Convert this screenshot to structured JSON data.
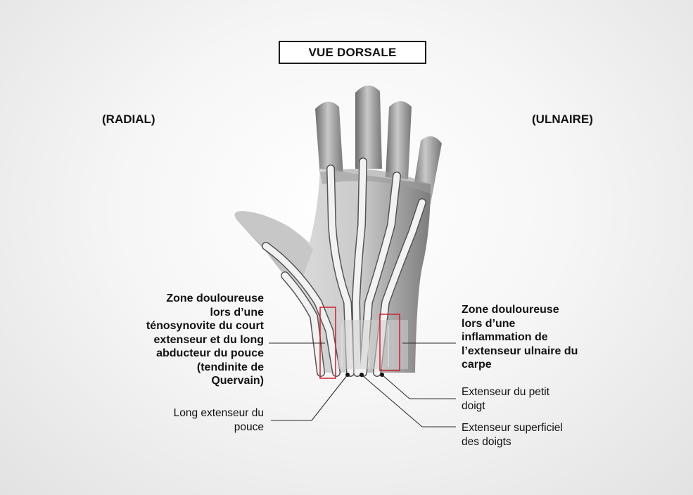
{
  "title": "VUE DORSALE",
  "side_left": "(RADIAL)",
  "side_right": "(ULNAIRE)",
  "labels": {
    "quervain_zone": {
      "lines": [
        "Zone douloureuse",
        "lors d’une",
        "ténosynovite du court",
        "extenseur et du long",
        "abducteur du pouce",
        "(tendinite de",
        "Quervain)"
      ]
    },
    "ulnar_zone": {
      "lines": [
        "Zone douloureuse",
        "lors d’une",
        "inflammation de",
        "l’extenseur ulnaire du",
        "carpe"
      ]
    },
    "long_extensor_thumb": {
      "lines": [
        "Long extenseur du",
        "pouce"
      ]
    },
    "extensor_little_finger": {
      "lines": [
        "Extenseur du petit",
        "doigt"
      ]
    },
    "extensor_digitorum": {
      "lines": [
        "Extenseur superficiel",
        "des doigts"
      ]
    }
  },
  "colors": {
    "highlight": "#d01f2a",
    "leader": "#2a2a2a",
    "tendon": "#f2f2f2",
    "skin_light": "#d8d8d8",
    "skin_dark": "#8a8a8a"
  }
}
